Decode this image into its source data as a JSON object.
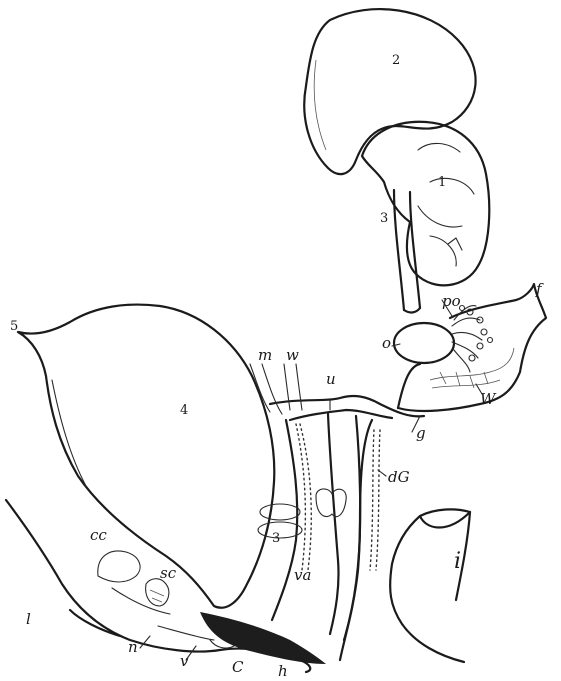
{
  "labels": {
    "l1": "1",
    "l2": "2",
    "l3": "3",
    "l3b": "3",
    "l4": "4",
    "l5": "5",
    "m": "m",
    "w": "w",
    "u": "u",
    "f": "f",
    "po": "po",
    "o": "o",
    "W": "W",
    "g": "g",
    "dG": "dG",
    "i": "i",
    "cc": "cc",
    "sc": "sc",
    "va": "va",
    "l": "l",
    "n": "n",
    "v": "v",
    "C": "C",
    "h": "h"
  }
}
